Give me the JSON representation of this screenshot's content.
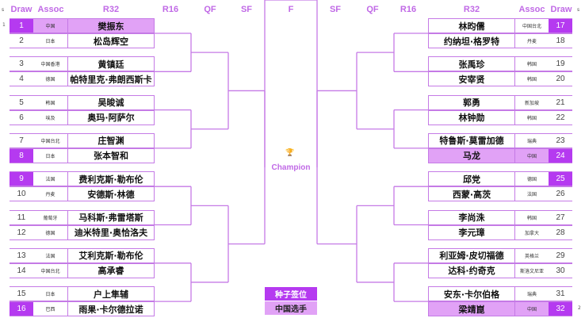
{
  "headers": {
    "left": {
      "draw": "Draw",
      "assoc": "Assoc",
      "r32": "R32",
      "r16": "R16",
      "qf": "QF",
      "sf": "SF"
    },
    "final": "F",
    "right": {
      "sf": "SF",
      "qf": "QF",
      "r16": "R16",
      "r32": "R32",
      "assoc": "Assoc",
      "draw": "Draw"
    }
  },
  "side_marks": {
    "left_s": "s",
    "left_num": "1",
    "right_s": "s",
    "right_num": "2"
  },
  "colors": {
    "accent": "#c069e6",
    "seed": "#b53af0",
    "chinese_player": "#e1a2f6",
    "line": "#c57ae6"
  },
  "players": [
    {
      "draw": "1",
      "assoc": "中国",
      "name": "樊振东",
      "seed": true,
      "cn": true
    },
    {
      "draw": "2",
      "assoc": "日本",
      "name": "松岛辉空"
    },
    {
      "draw": "3",
      "assoc": "中国香港",
      "name": "黄镇廷"
    },
    {
      "draw": "4",
      "assoc": "德国",
      "name": "帕特里克·弗朗西斯卡"
    },
    {
      "draw": "5",
      "assoc": "韩国",
      "name": "吴晙诚"
    },
    {
      "draw": "6",
      "assoc": "埃及",
      "name": "奥玛·阿萨尔"
    },
    {
      "draw": "7",
      "assoc": "中国台北",
      "name": "庄智渊"
    },
    {
      "draw": "8",
      "assoc": "日本",
      "name": "张本智和",
      "seed": true
    },
    {
      "draw": "9",
      "assoc": "法国",
      "name": "费利克斯·勒布伦",
      "seed": true
    },
    {
      "draw": "10",
      "assoc": "丹麦",
      "name": "安德斯·林德"
    },
    {
      "draw": "11",
      "assoc": "葡萄牙",
      "name": "马科斯·弗雷塔斯"
    },
    {
      "draw": "12",
      "assoc": "德国",
      "name": "迪米特里·奥恰洛夫"
    },
    {
      "draw": "13",
      "assoc": "法国",
      "name": "艾利克斯·勒布伦"
    },
    {
      "draw": "14",
      "assoc": "中国台北",
      "name": "高承睿"
    },
    {
      "draw": "15",
      "assoc": "日本",
      "name": "户上隼辅"
    },
    {
      "draw": "16",
      "assoc": "巴西",
      "name": "雨果·卡尔德拉诺",
      "seed": true
    },
    {
      "draw": "17",
      "assoc": "中国台北",
      "name": "林昀儒",
      "seed": true
    },
    {
      "draw": "18",
      "assoc": "丹麦",
      "name": "约纳坦·格罗特"
    },
    {
      "draw": "19",
      "assoc": "韩国",
      "name": "张禹珍"
    },
    {
      "draw": "20",
      "assoc": "韩国",
      "name": "安宰贤"
    },
    {
      "draw": "21",
      "assoc": "新加坡",
      "name": "郭勇"
    },
    {
      "draw": "22",
      "assoc": "韩国",
      "name": "林钟勋"
    },
    {
      "draw": "23",
      "assoc": "瑞典",
      "name": "特鲁斯·莫雷加德"
    },
    {
      "draw": "24",
      "assoc": "中国",
      "name": "马龙",
      "seed": true,
      "cn": true
    },
    {
      "draw": "25",
      "assoc": "德国",
      "name": "邱党",
      "seed": true
    },
    {
      "draw": "26",
      "assoc": "法国",
      "name": "西蒙·高茨"
    },
    {
      "draw": "27",
      "assoc": "韩国",
      "name": "李尚洙"
    },
    {
      "draw": "28",
      "assoc": "加拿大",
      "name": "李元璋"
    },
    {
      "draw": "29",
      "assoc": "英格兰",
      "name": "利亚姆·皮切福德"
    },
    {
      "draw": "30",
      "assoc": "斯洛文尼亚",
      "name": "达科·约奇克"
    },
    {
      "draw": "31",
      "assoc": "瑞典",
      "name": "安东·卡尔伯格"
    },
    {
      "draw": "32",
      "assoc": "中国",
      "name": "梁靖崑",
      "seed": true,
      "cn": true
    }
  ],
  "champion": {
    "label": "Champion",
    "icon": "trophy-icon"
  },
  "legend": {
    "seed_label": "种子签位",
    "chinese_label": "中国选手"
  }
}
